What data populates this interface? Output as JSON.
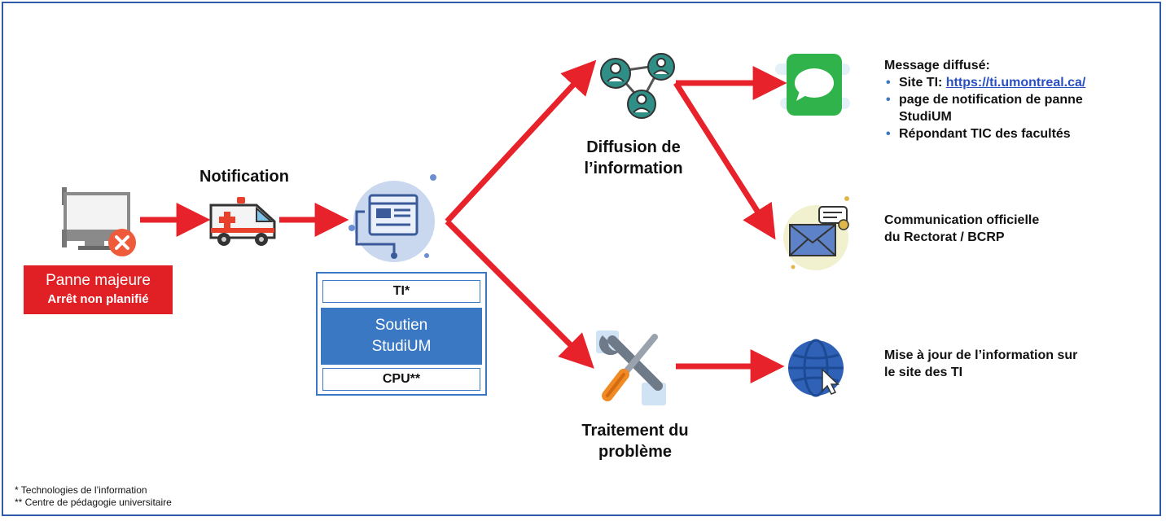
{
  "panne": {
    "title": "Panne majeure",
    "subtitle": "Arrêt non planifié"
  },
  "notification_label": "Notification",
  "support": {
    "top": "TI*",
    "middle_line1": "Soutien",
    "middle_line2": "StudiUM",
    "bottom": "CPU**"
  },
  "diffusion": {
    "line1": "Diffusion de",
    "line2": "l’information"
  },
  "traitement": {
    "line1": "Traitement du",
    "line2": "problème"
  },
  "message": {
    "heading": "Message diffusé:",
    "items": [
      {
        "prefix": "Site TI: ",
        "link": "https://ti.umontreal.ca/"
      },
      {
        "line1": "page de notification de panne",
        "line2": "StudiUM"
      },
      {
        "text": "Répondant TIC des facultés"
      }
    ]
  },
  "communication": {
    "line1": "Communication officielle",
    "line2": "du Rectorat / BCRP"
  },
  "mise_a_jour": {
    "line1": "Mise à jour de l’information sur",
    "line2": "le site des TI"
  },
  "footnotes": {
    "f1": "*   Technologies de l’information",
    "f2": "** Centre de pédagogie universitaire"
  },
  "colors": {
    "arrow": "#e8222a",
    "frame": "#2e5aa8",
    "panne_box": "#e02025",
    "support_blue": "#3a78c3",
    "link": "#2a4fc2",
    "bullet": "#3a78c3"
  },
  "icons": [
    "computer-error-icon",
    "ambulance-icon",
    "web-system-icon",
    "network-people-icon",
    "message-bubble-icon",
    "envelope-icon",
    "tools-icon",
    "globe-cursor-icon"
  ]
}
